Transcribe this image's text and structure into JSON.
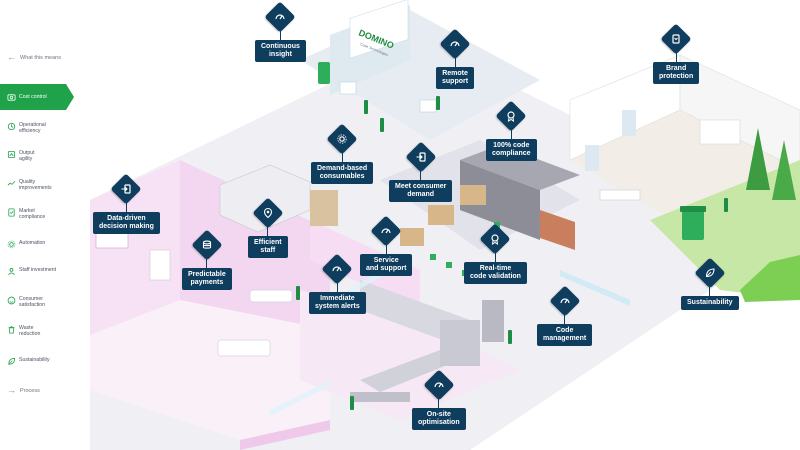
{
  "sidebar": {
    "back_label": "What this means",
    "process_label": "Process",
    "items": [
      {
        "label": "Cost control",
        "icon": "cost-control-icon",
        "active": true
      },
      {
        "label": "Operational efficiency",
        "icon": "operational-efficiency-icon",
        "active": false
      },
      {
        "label": "Output agility",
        "icon": "output-agility-icon",
        "active": false
      },
      {
        "label": "Quality improvements",
        "icon": "quality-improvements-icon",
        "active": false
      },
      {
        "label": "Market compliance",
        "icon": "market-compliance-icon",
        "active": false
      },
      {
        "label": "Automation",
        "icon": "automation-icon",
        "active": false
      },
      {
        "label": "Staff investment",
        "icon": "staff-investment-icon",
        "active": false
      },
      {
        "label": "Consumer satisfaction",
        "icon": "consumer-satisfaction-icon",
        "active": false
      },
      {
        "label": "Waste reduction",
        "icon": "waste-reduction-icon",
        "active": false
      },
      {
        "label": "Sustainability",
        "icon": "sustainability-icon",
        "active": false
      }
    ]
  },
  "scene": {
    "logo_text": "DOMINO",
    "logo_subtext": "Code Technologies"
  },
  "callouts": {
    "continuous_insight": {
      "line1": "Continuous",
      "line2": "insight",
      "icon": "gauge-icon"
    },
    "remote_support": {
      "line1": "Remote",
      "line2": "support",
      "icon": "gauge-icon"
    },
    "brand_protection": {
      "line1": "Brand",
      "line2": "protection",
      "icon": "badge-icon"
    },
    "code_compliance": {
      "line1": "100% code",
      "line2": "compliance",
      "icon": "award-icon"
    },
    "demand_consumables": {
      "line1": "Demand-based",
      "line2": "consumables",
      "icon": "cogs-icon"
    },
    "meet_demand": {
      "line1": "Meet consumer",
      "line2": "demand",
      "icon": "login-icon"
    },
    "data_driven": {
      "line1": "Data-driven",
      "line2": "decision making",
      "icon": "login-icon"
    },
    "efficient_staff": {
      "line1": "Efficient",
      "line2": "staff",
      "icon": "person-pin-icon"
    },
    "service_support": {
      "line1": "Service",
      "line2": "and support",
      "icon": "gauge-icon"
    },
    "predictable_payments": {
      "line1": "Predictable",
      "line2": "payments",
      "icon": "coins-icon"
    },
    "realtime_validation": {
      "line1": "Real-time",
      "line2": "code validation",
      "icon": "award-icon"
    },
    "system_alerts": {
      "line1": "Immediate",
      "line2": "system alerts",
      "icon": "gauge-icon"
    },
    "sustainability": {
      "line1": "Sustainability",
      "line2": "",
      "icon": "leaf-icon"
    },
    "code_management": {
      "line1": "Code",
      "line2": "management",
      "icon": "gauge-icon"
    },
    "onsite_optimisation": {
      "line1": "On-site",
      "line2": "optimisation",
      "icon": "gauge-icon"
    }
  },
  "colors": {
    "accent_green": "#1fa24a",
    "callout_navy": "#0f3d5e",
    "room_pink": "#f3d6f0",
    "floor_grey": "#e9e9ee"
  }
}
